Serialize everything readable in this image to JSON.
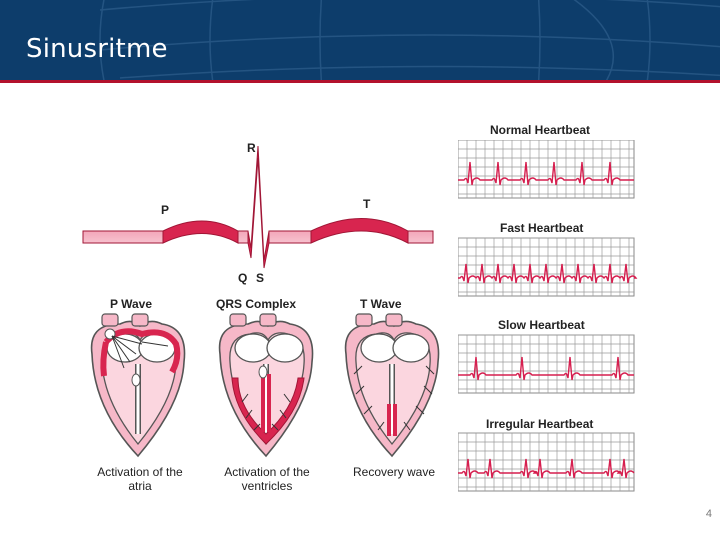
{
  "slide": {
    "title": "Sinusritme",
    "page_number": "4"
  },
  "ecg_wave": {
    "labels": {
      "p": "P",
      "q": "Q",
      "r": "R",
      "s": "S",
      "t": "T"
    }
  },
  "heart_panels": [
    {
      "heading": "P Wave",
      "caption": "Activation of the atria"
    },
    {
      "heading": "QRS Complex",
      "caption": "Activation of the ventricles"
    },
    {
      "heading": "T Wave",
      "caption": "Recovery wave"
    }
  ],
  "rhythm_strips": [
    {
      "title": "Normal Heartbeat"
    },
    {
      "title": "Fast Heartbeat"
    },
    {
      "title": "Slow Heartbeat"
    },
    {
      "title": "Irregular Heartbeat"
    }
  ],
  "colors": {
    "header": "#0d3d6b",
    "accent_line": "#b3122d",
    "trace": "#d61f4f",
    "tissue_light": "#f6b8c8",
    "tissue_dark": "#d8254f"
  }
}
